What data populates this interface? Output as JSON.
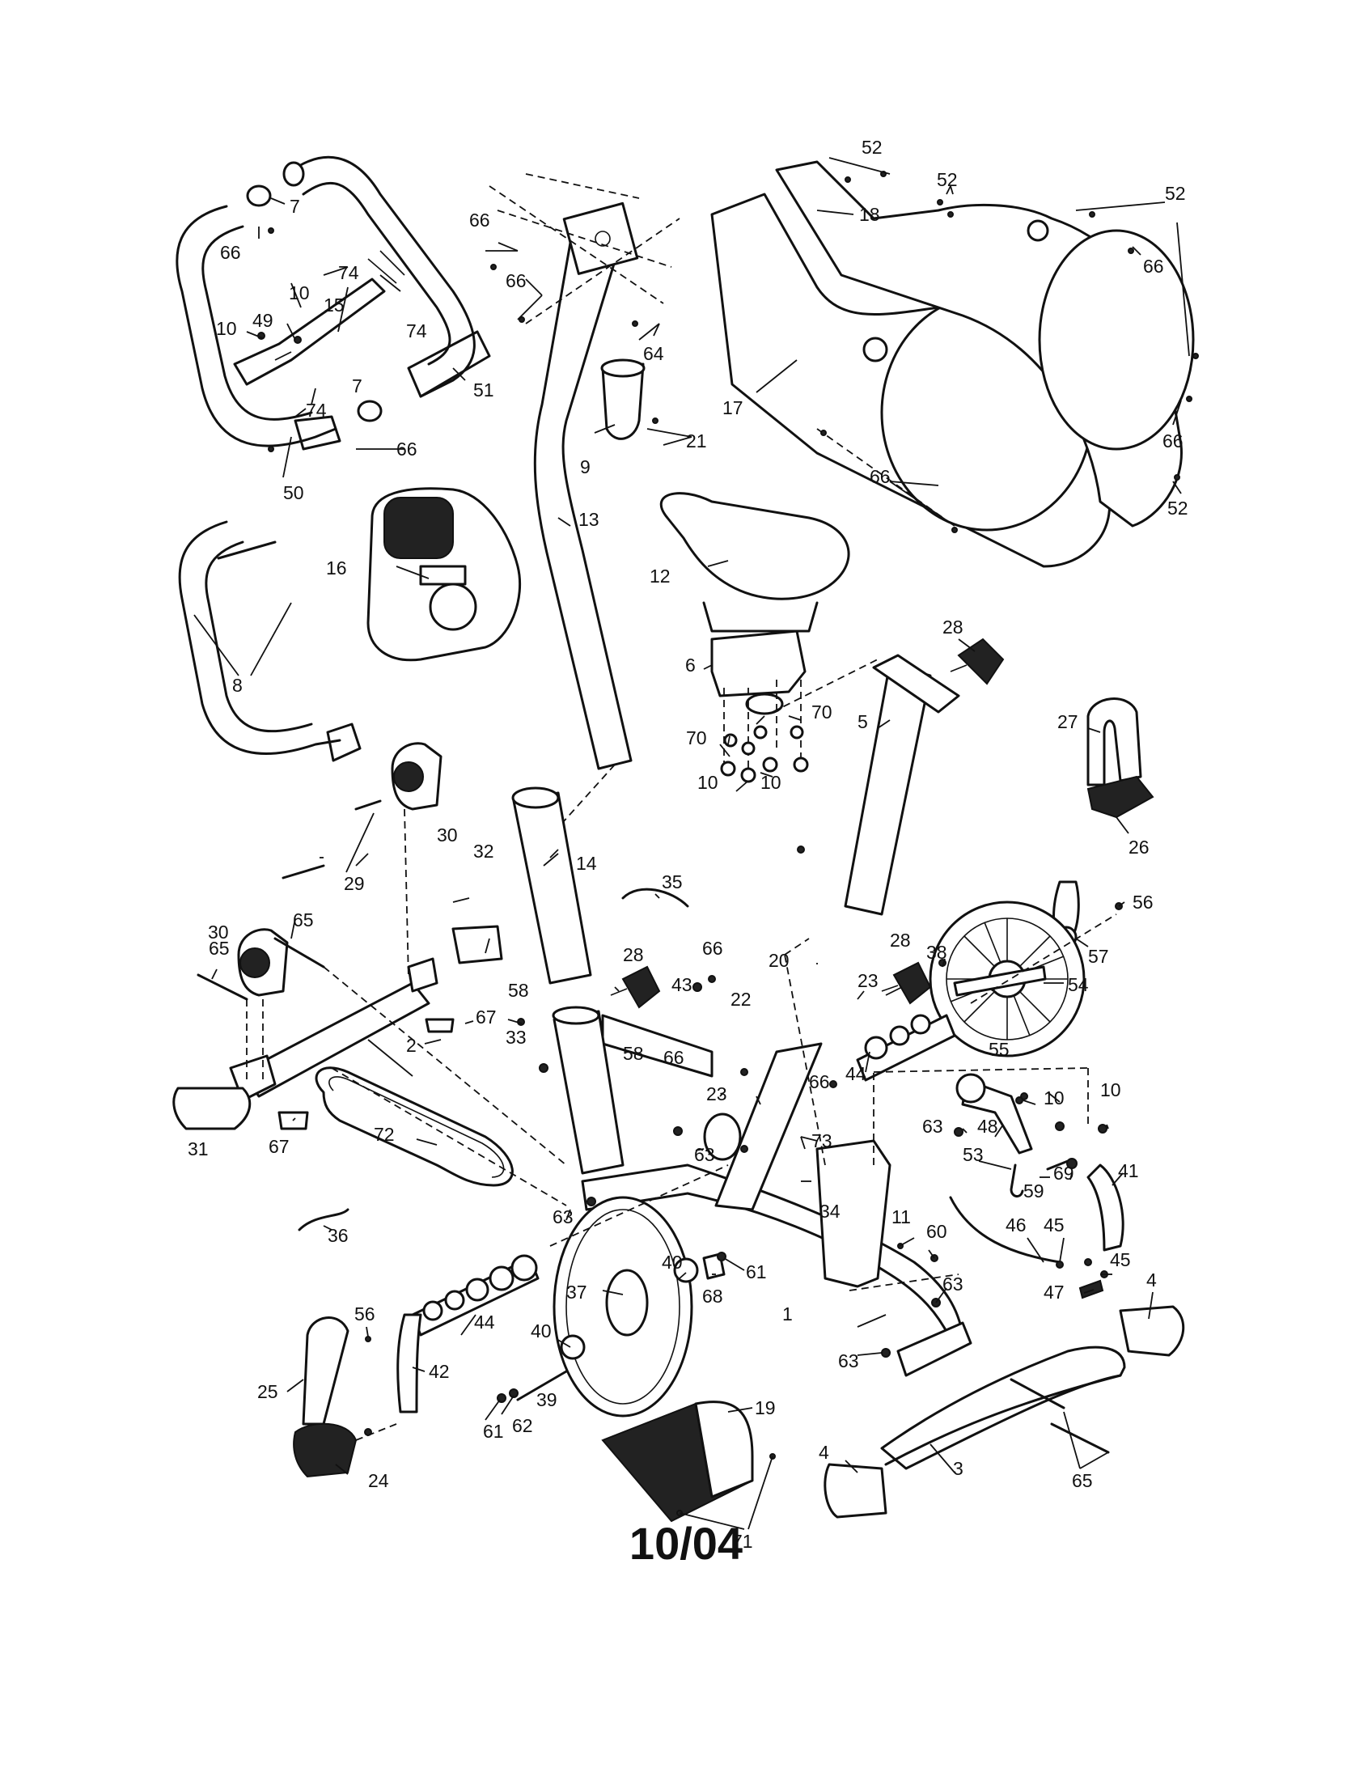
{
  "footer": {
    "date": "10/04"
  },
  "callouts": {
    "c1": "1",
    "c2": "2",
    "c3": "3",
    "c4a": "4",
    "c4b": "4",
    "c5": "5",
    "c6": "6",
    "c7a": "7",
    "c7b": "7",
    "c8": "8",
    "c9": "9",
    "c10a": "10",
    "c10b": "10",
    "c10c": "10",
    "c10d": "10",
    "c10e": "10",
    "c10f": "10",
    "c11": "11",
    "c12": "12",
    "c13": "13",
    "c14": "14",
    "c15": "15",
    "c16": "16",
    "c17": "17",
    "c18": "18",
    "c19": "19",
    "c20": "20",
    "c21": "21",
    "c22": "22",
    "c23a": "23",
    "c23b": "23",
    "c24": "24",
    "c25": "25",
    "c26": "26",
    "c27": "27",
    "c28a": "28",
    "c28b": "28",
    "c28c": "28",
    "c29": "29",
    "c30a": "30",
    "c30b": "30",
    "c31": "31",
    "c32": "32",
    "c33": "33",
    "c34": "34",
    "c35": "35",
    "c36": "36",
    "c37": "37",
    "c38": "38",
    "c39": "39",
    "c40a": "40",
    "c40b": "40",
    "c41": "41",
    "c42": "42",
    "c43": "43",
    "c44a": "44",
    "c44b": "44",
    "c45a": "45",
    "c45b": "45",
    "c46": "46",
    "c47": "47",
    "c48": "48",
    "c49": "49",
    "c50": "50",
    "c51": "51",
    "c52a": "52",
    "c52b": "52",
    "c52c": "52",
    "c52d": "52",
    "c53": "53",
    "c54": "54",
    "c55": "55",
    "c56a": "56",
    "c56b": "56",
    "c57": "57",
    "c58a": "58",
    "c58b": "58",
    "c59": "59",
    "c60": "60",
    "c61a": "61",
    "c61b": "61",
    "c62": "62",
    "c63a": "63",
    "c63b": "63",
    "c63c": "63",
    "c63d": "63",
    "c63e": "63",
    "c64": "64",
    "c65a": "65",
    "c65b": "65",
    "c65c": "65",
    "c66a": "66",
    "c66b": "66",
    "c66c": "66",
    "c66d": "66",
    "c66e": "66",
    "c66f": "66",
    "c66g": "66",
    "c66h": "66",
    "c66i": "66",
    "c66j": "66",
    "c67a": "67",
    "c67b": "67",
    "c68": "68",
    "c69": "69",
    "c70a": "70",
    "c70b": "70",
    "c71": "71",
    "c72": "72",
    "c73": "73",
    "c74a": "74",
    "c74b": "74",
    "c74c": "74"
  }
}
